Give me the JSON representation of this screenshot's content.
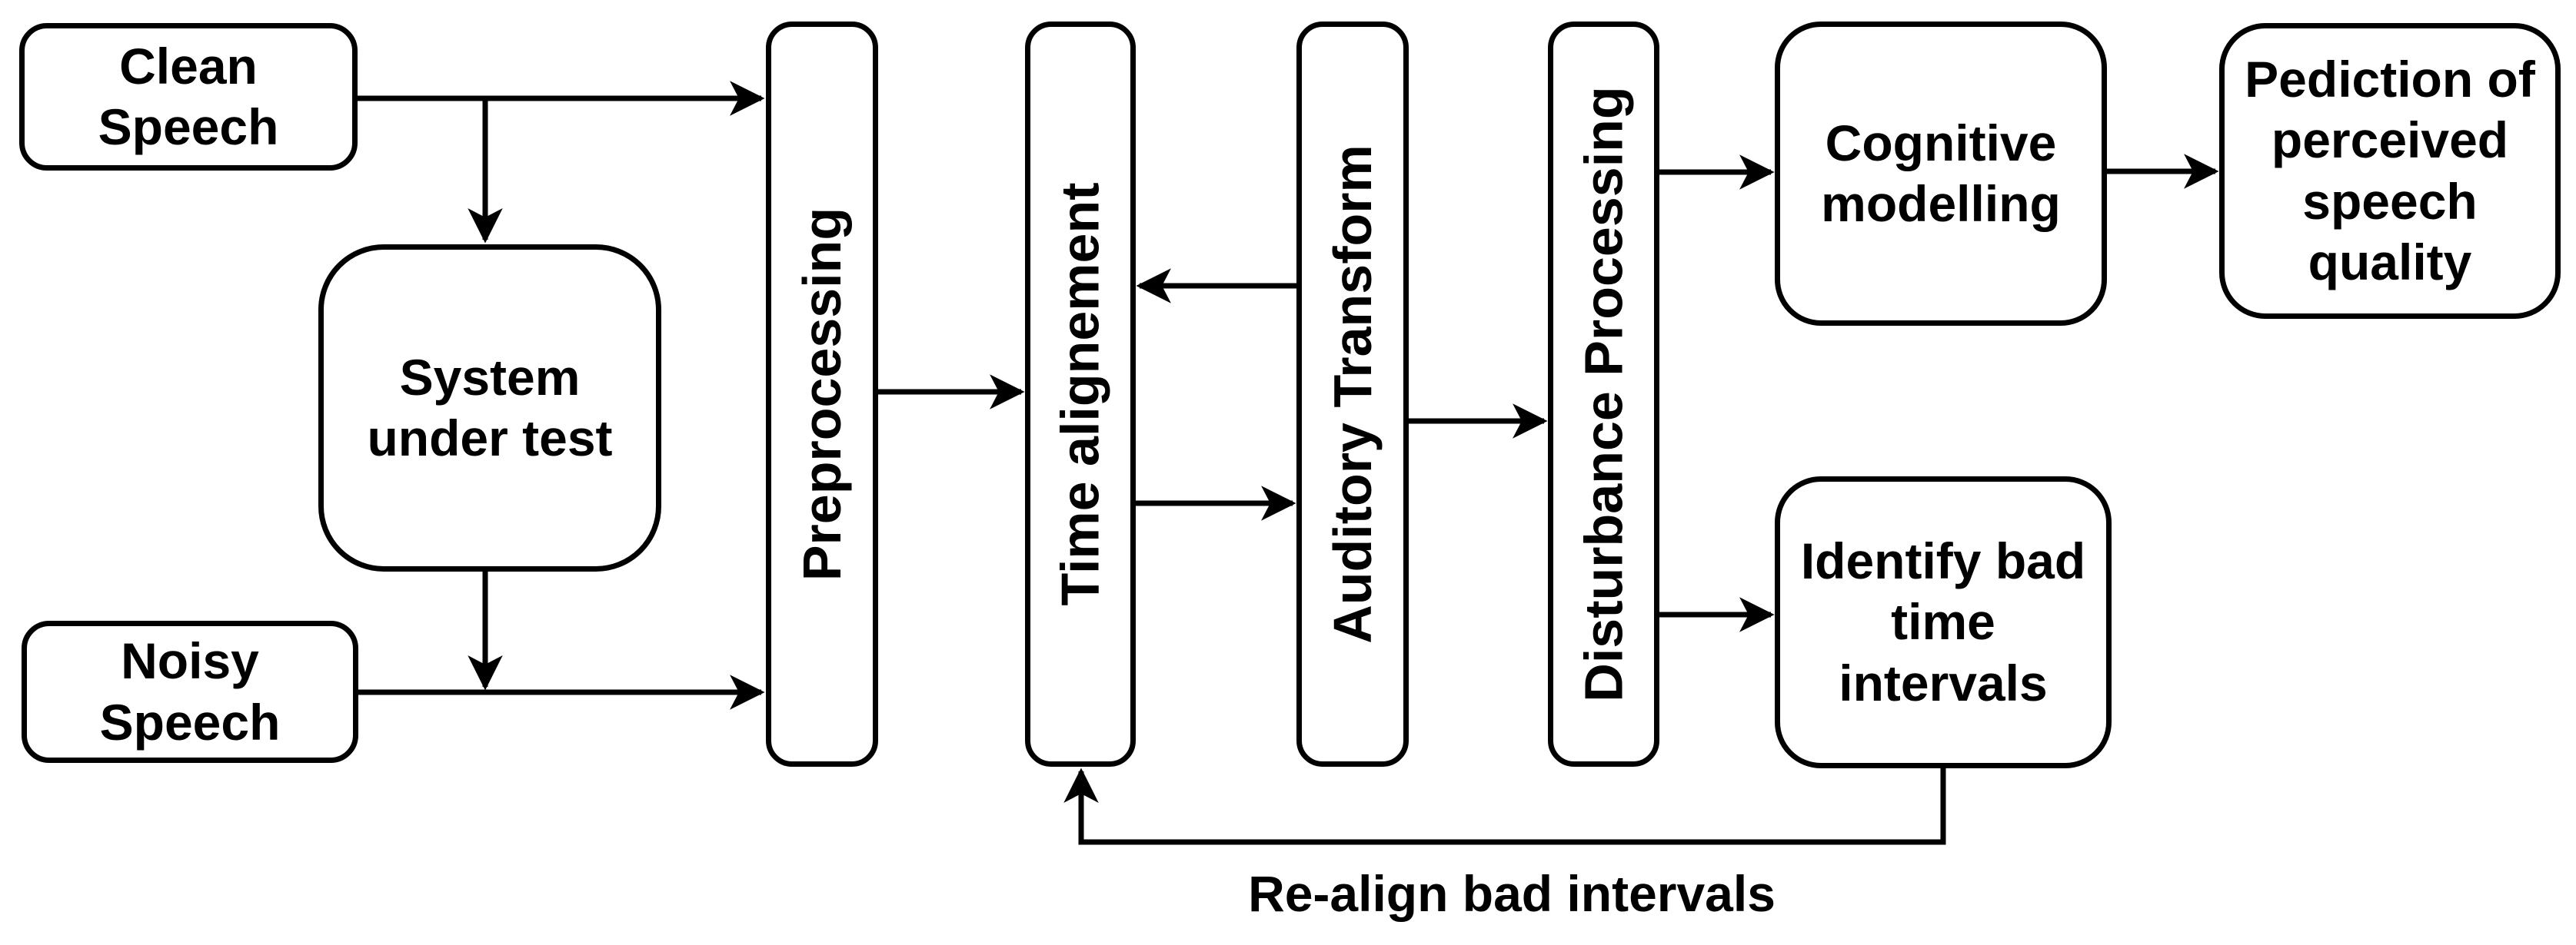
{
  "diagram": {
    "nodes": {
      "clean_speech": {
        "label": "Clean Speech"
      },
      "system_under_test": {
        "label": "System under test"
      },
      "noisy_speech": {
        "label": "Noisy Speech"
      },
      "preprocessing": {
        "label": "Preprocessing"
      },
      "time_alignement": {
        "label": "Time alignement"
      },
      "auditory_transform": {
        "label": "Auditory Transform"
      },
      "disturbance_processing": {
        "label": "Disturbance Processing"
      },
      "cognitive_modelling": {
        "label": "Cognitive modelling"
      },
      "prediction": {
        "label": "Pediction of perceived speech quality"
      },
      "identify_bad": {
        "label": "Identify bad time intervals"
      }
    },
    "edges": [
      {
        "from": "clean_speech",
        "to": "preprocessing"
      },
      {
        "from": "clean_speech",
        "to": "system_under_test"
      },
      {
        "from": "system_under_test",
        "to": "preprocessing"
      },
      {
        "from": "noisy_speech",
        "to": "preprocessing"
      },
      {
        "from": "preprocessing",
        "to": "time_alignement"
      },
      {
        "from": "auditory_transform",
        "to": "time_alignement"
      },
      {
        "from": "time_alignement",
        "to": "auditory_transform"
      },
      {
        "from": "auditory_transform",
        "to": "disturbance_processing"
      },
      {
        "from": "disturbance_processing",
        "to": "cognitive_modelling"
      },
      {
        "from": "cognitive_modelling",
        "to": "prediction"
      },
      {
        "from": "disturbance_processing",
        "to": "identify_bad"
      },
      {
        "from": "identify_bad",
        "to": "time_alignement",
        "label": "Re-align bad intervals"
      }
    ],
    "colors": {
      "stroke": "#000000",
      "fill": "#ffffff",
      "text": "#000000",
      "background": "#ffffff"
    }
  }
}
